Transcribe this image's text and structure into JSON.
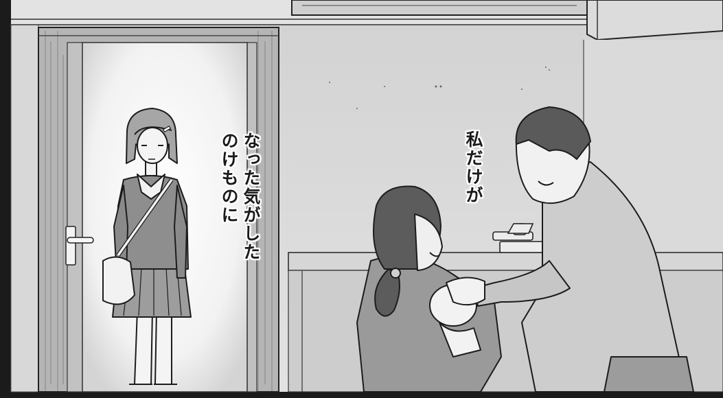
{
  "panel": {
    "caption_left_line1": "のけものに",
    "caption_left_line2": "なった気がした",
    "caption_right": "私だけが"
  },
  "colors": {
    "wall": "#dedede",
    "wall_shade": "#cfcfcf",
    "door_frame": "#a9a9a9",
    "door_light": "#f7f7f7",
    "outline": "#1c1c1c",
    "hair_dark": "#5a5a5a",
    "clothing_gray": "#8d8d8d",
    "border": "#1b1b1b"
  }
}
